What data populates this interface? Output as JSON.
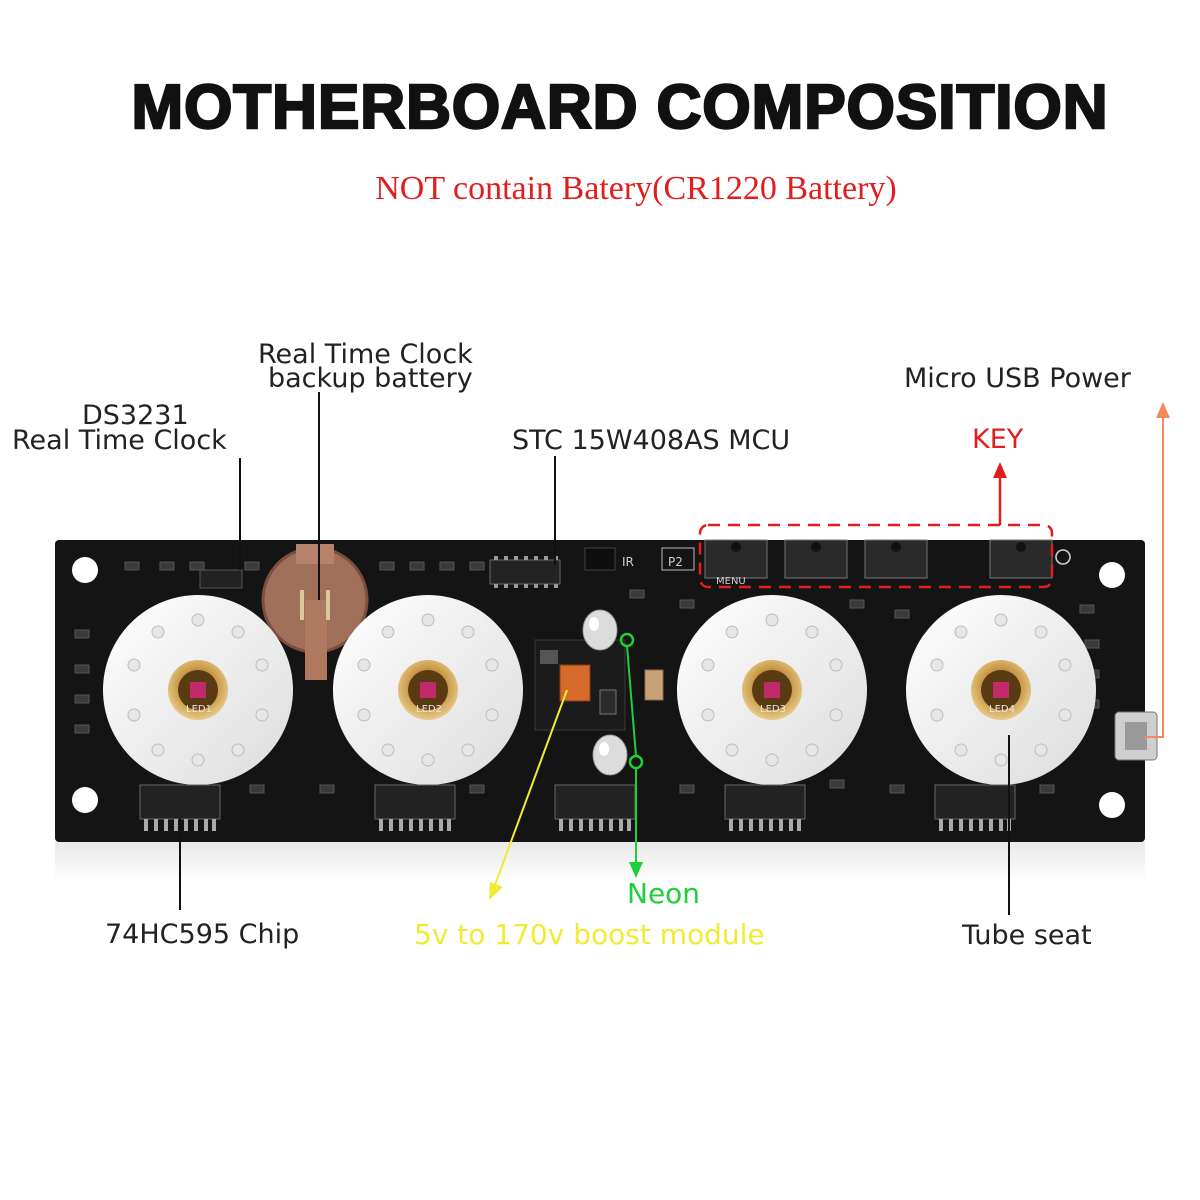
{
  "title": "MOTHERBOARD COMPOSITION",
  "subtitle": "NOT contain Batery(CR1220 Battery)",
  "labels": {
    "rtc_backup_line1": "Real Time Clock",
    "rtc_backup_line2": "backup battery",
    "ds3231_line1": "DS3231",
    "ds3231_line2": "Real Time Clock",
    "mcu": "STC 15W408AS MCU",
    "usb_power": "Micro USB Power",
    "key": "KEY",
    "chip": "74HC595 Chip",
    "neon": "Neon",
    "boost": "5v to 170v boost module",
    "tube_seat": "Tube seat"
  },
  "silkscreen": {
    "leds": [
      "LED1",
      "LED2",
      "LED3",
      "LED4"
    ],
    "ir": "IR",
    "p2": "P2",
    "menu": "MENU"
  },
  "colors": {
    "label_red": "#e11d1d",
    "neon_green": "#1fcf3a",
    "boost_yellow": "#f0ec33",
    "usb_arrow": "#f28a5a",
    "board": "#141414"
  }
}
